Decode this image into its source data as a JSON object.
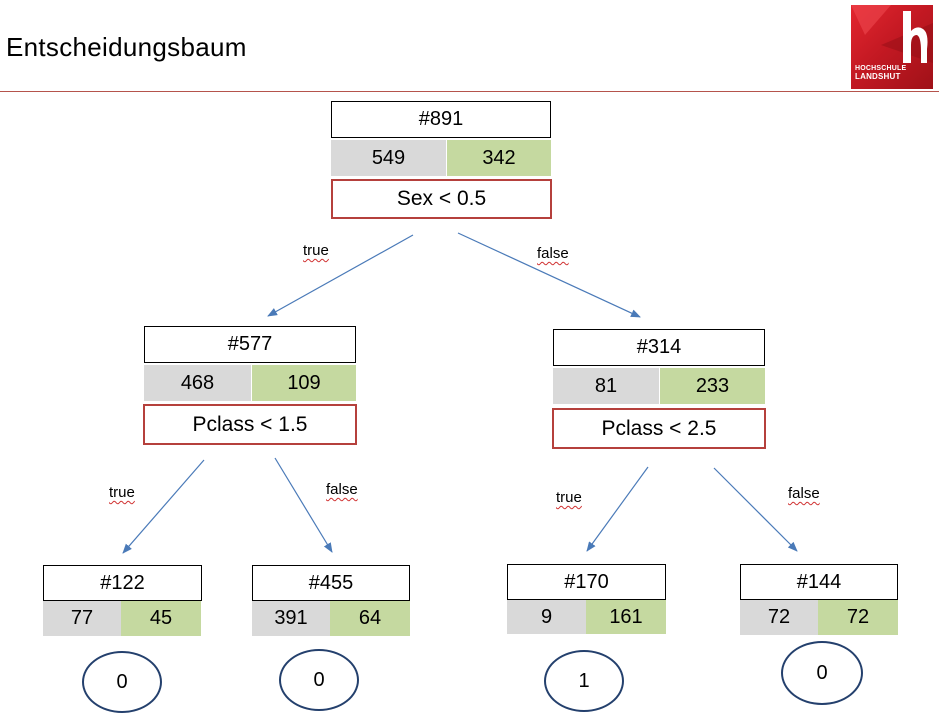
{
  "header": {
    "title": "Entscheidungsbaum"
  },
  "logo": {
    "line1": "HOCHSCHULE",
    "line2": "LANDSHUT",
    "icon": "hochschule-landshut-h-logo"
  },
  "root": {
    "id": "#891",
    "left": "549",
    "right": "342",
    "condition": "Sex < 0.5"
  },
  "root_edges": {
    "true": "true",
    "false": "false"
  },
  "node_left": {
    "id": "#577",
    "left": "468",
    "right": "109",
    "condition": "Pclass < 1.5"
  },
  "node_right": {
    "id": "#314",
    "left": "81",
    "right": "233",
    "condition": "Pclass < 2.5"
  },
  "left_edges": {
    "true": "true",
    "false": "false"
  },
  "right_edges": {
    "true": "true",
    "false": "false"
  },
  "leaves": [
    {
      "id": "#122",
      "left": "77",
      "right": "45",
      "prediction": "0"
    },
    {
      "id": "#455",
      "left": "391",
      "right": "64",
      "prediction": "0"
    },
    {
      "id": "#170",
      "left": "9",
      "right": "161",
      "prediction": "1"
    },
    {
      "id": "#144",
      "left": "72",
      "right": "72",
      "prediction": "0"
    }
  ]
}
